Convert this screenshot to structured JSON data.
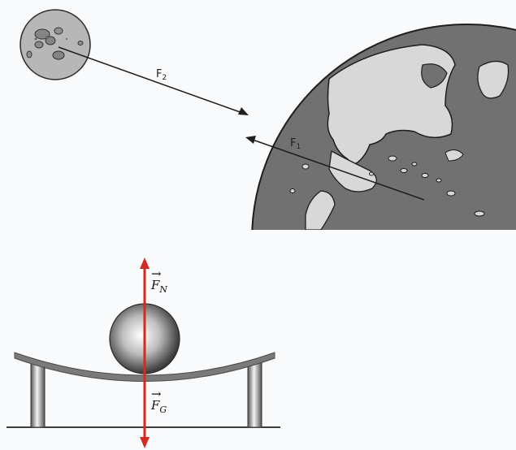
{
  "gravity_diagram": {
    "f2_label": "F",
    "f2_subscript": "2",
    "f1_label": "F",
    "f1_subscript": "1"
  },
  "ball_diagram": {
    "normal_force_label": "F",
    "normal_force_subscript": "N",
    "gravity_force_label": "F",
    "gravity_force_subscript": "G",
    "vector_mark": "→",
    "arrow_color": "#d42a20"
  }
}
